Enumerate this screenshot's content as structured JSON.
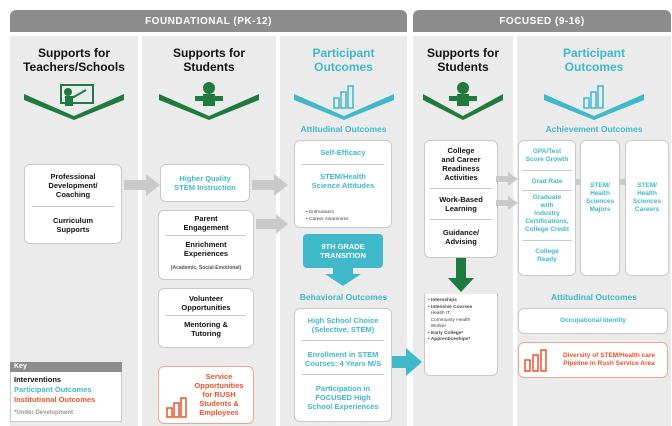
{
  "bands": {
    "foundational": "FOUNDATIONAL (PK-12)",
    "focused": "FOCUSED (9-16)"
  },
  "columns": {
    "teachers": "Supports for\nTeachers/Schools",
    "students1": "Supports for\nStudents",
    "participant1": "Participant\nOutcomes",
    "students2": "Supports for\nStudents",
    "participant2": "Participant\nOutcomes"
  },
  "teachers": {
    "prof_dev": "Professional\nDevelopment/\nCoaching",
    "curriculum": "Curriculum\nSupports"
  },
  "students1": {
    "stem_instruction": "Higher Quality\nSTEM Instruction",
    "parent_engagement": "Parent\nEngagement",
    "enrichment": "Enrichment\nExperiences",
    "enrichment_note": "(Academic, Social-Emotional)",
    "volunteer": "Volunteer\nOpportunities",
    "mentoring": "Mentoring &\nTutoring",
    "service": "Service\nOpportunities\nfor RUSH\nStudents &\nEmployees"
  },
  "participant1": {
    "attitudinal_title": "Attitudinal Outcomes",
    "self_efficacy": "Self-Efficacy",
    "stem_attitudes": "STEM/Health\nScience Attitudes",
    "bullet1": "• Enthusiasm",
    "bullet2": "• Career Awareness",
    "transition": "9TH GRADE\nTRANSITION",
    "behavioral_title": "Behavioral Outcomes",
    "hs_choice": "High School Choice\n(Selective, STEM)",
    "enrollment": "Enrollment in STEM\nCourses: 4 Years M/S",
    "participation": "Participation in\nFOCUSED High\nSchool Experiences"
  },
  "students2": {
    "college_career": "College\nand Career\nReadiness\nActivities",
    "work_based": "Work-Based\nLearning",
    "guidance": "Guidance/\nAdvising",
    "items": [
      "• Internships",
      "• Intensive Courses",
      "  Health IT,",
      "  Community Health",
      "  Worker",
      "• Early College*",
      "• Apprenticeships*"
    ]
  },
  "participant2": {
    "achievement_title": "Achievement Outcomes",
    "gpa": "GPA/Test\nScore Growth",
    "grad_rate": "Grad Rate",
    "graduate": "Graduate\nwith\nIndustry\nCertifications,\nCollege Credit",
    "college_ready": "College\nReady",
    "majors": "STEM/\nHealth\nSciences\nMajors",
    "careers": "STEM/\nHealth\nSciences\nCareers",
    "attitudinal_title": "Attitudinal Outcomes",
    "occupational": "Occupational Identity",
    "diversity": "Diversity of STEM/Health care\nPipeline in Rush Service Area"
  },
  "key": {
    "title": "Key",
    "interventions": "Interventions",
    "participant": "Participant Outcomes",
    "institutional": "Institutional Outcomes",
    "note": "*Under Development"
  },
  "colors": {
    "band": "#8d8d8d",
    "column_bg": "#ebebeb",
    "teal": "#3fb8c9",
    "green": "#1f7a3e",
    "orange": "#e8542a"
  }
}
